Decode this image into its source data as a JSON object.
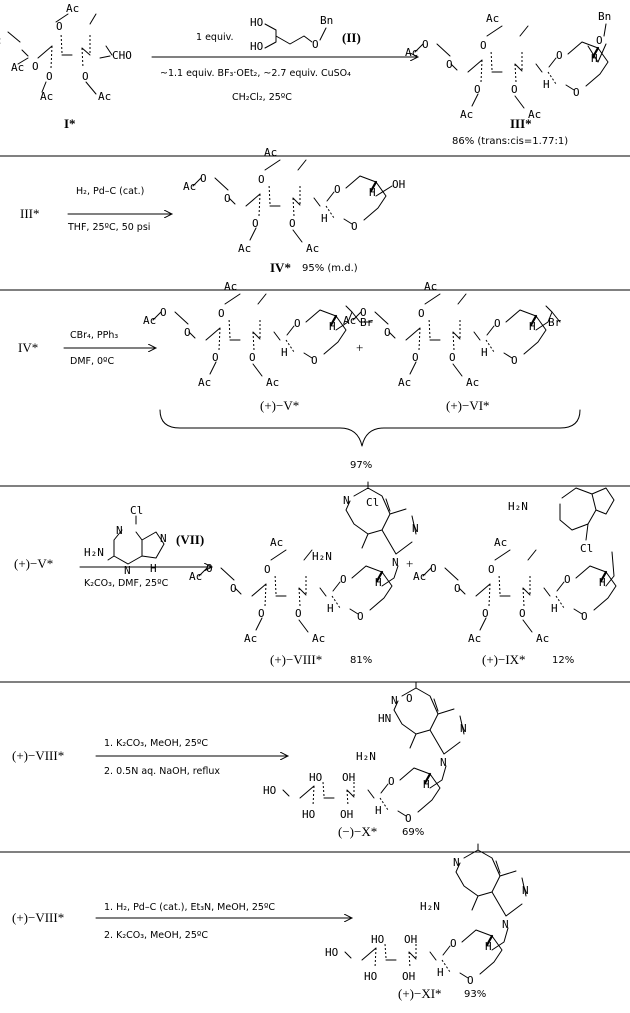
{
  "atoms": {
    "ac": "Ac",
    "o": "O",
    "cho": "CHO",
    "h": "H",
    "ho": "HO",
    "bn": "Bn",
    "oh": "OH",
    "br": "Br",
    "cl": "Cl",
    "h2n": "H₂N",
    "n": "N",
    "nh": "NH",
    "hn": "HN"
  },
  "compounds": {
    "I": "I*",
    "II": "(II)",
    "III": "III*",
    "III_yield": "86% (trans:cis=1.77:1)",
    "IV": "IV*",
    "IV_yield": "95% (m.d.)",
    "V": "(+)−V*",
    "VI": "(+)−VI*",
    "V_VI_yield": "97%",
    "VII": "(VII)",
    "VIII": "(+)−VIII*",
    "VIII_yield": "81%",
    "IX": "(+)−IX*",
    "IX_yield": "12%",
    "X": "(−)−X*",
    "X_yield": "69%",
    "XI": "(+)−XI*",
    "XI_yield": "93%"
  },
  "reactions": [
    {
      "lines": [
        "1 equiv.",
        "~1.1 equiv. BF₃·OEt₂, ~2.7 equiv. CuSO₄",
        "CH₂Cl₂, 25ºC"
      ]
    },
    {
      "reactant": "III*",
      "lines": [
        "H₂, Pd–C (cat.)",
        "THF, 25ºC, 50 psi"
      ]
    },
    {
      "reactant": "IV*",
      "lines": [
        "CBr₄, PPh₃",
        "DMF, 0ºC"
      ],
      "plus": "+"
    },
    {
      "reactant": "(+)−V*",
      "lines": [
        "K₂CO₃, DMF, 25ºC"
      ],
      "plus": "+"
    },
    {
      "reactant": "(+)−VIII*",
      "lines": [
        "1. K₂CO₃, MeOH, 25ºC",
        "2. 0.5N aq. NaOH, reflux"
      ]
    },
    {
      "reactant": "(+)−VIII*",
      "lines": [
        "1. H₂, Pd–C (cat.), Et₃N, MeOH, 25ºC",
        "2. K₂CO₃, MeOH, 25ºC"
      ]
    }
  ]
}
